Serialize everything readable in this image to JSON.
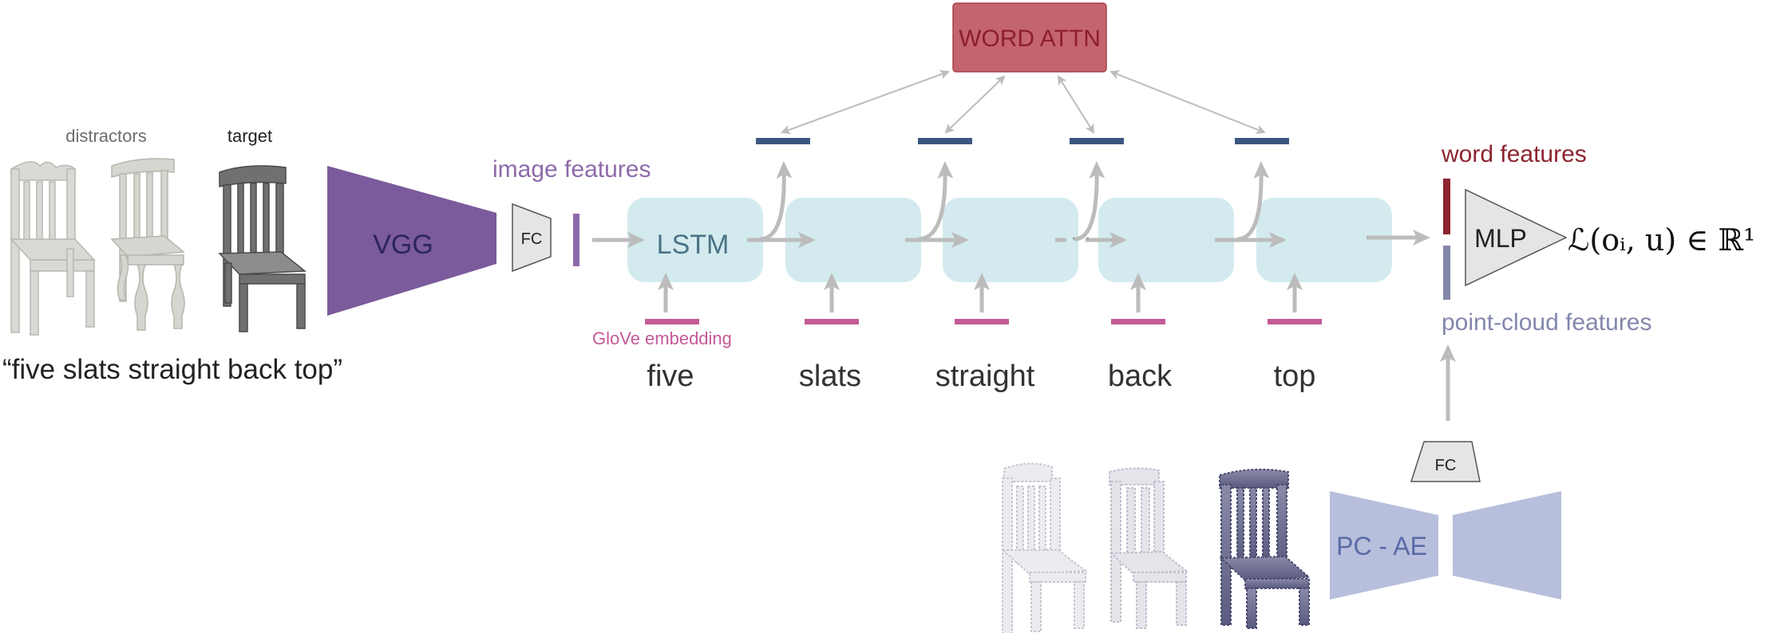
{
  "labels": {
    "distractors": "distractors",
    "target": "target",
    "utterance": "“five slats straight back top”",
    "vgg": "VGG",
    "fc_image": "FC",
    "image_features": "image features",
    "lstm": "LSTM",
    "glove": "GloVe embedding",
    "word_attn": "WORD ATTN",
    "word_features": "word features",
    "mlp": "MLP",
    "point_cloud_features": "point-cloud features",
    "fc_pc": "FC",
    "pc_ae": "PC - AE",
    "loss_formula": "ℒ(oᵢ, u) ∈ ℝ¹"
  },
  "words": [
    "five",
    "slats",
    "straight",
    "back",
    "top"
  ],
  "colors": {
    "vgg": "#7b5b9b",
    "image_features": "#8d6aaa",
    "lstm_cell": "#d3ebee",
    "lstm_text": "#4c7386",
    "glove": "#c45a98",
    "attn_box": "#c4646e",
    "attn_text": "#8d1f2a",
    "hidden_bar": "#3c5680",
    "word_features": "#8d2430",
    "point_cloud_features": "#8387ab",
    "pc_ae": "#b7bfdc",
    "pc_ae_text": "#5b6aa6",
    "arrow": "#bcbcbc",
    "chair_light": "#d6d6d2",
    "chair_dark": "#6a6a6a"
  }
}
